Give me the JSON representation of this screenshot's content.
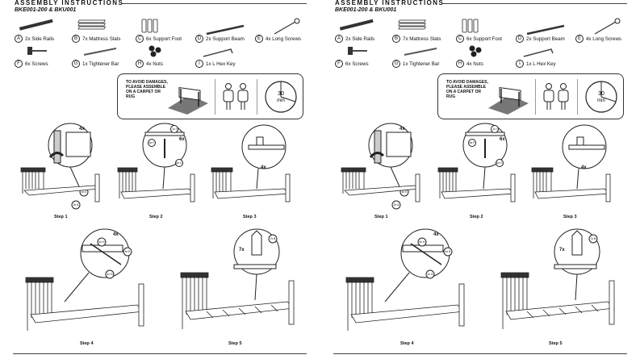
{
  "header": {
    "title": "ASSEMBLY INSTRUCTIONS",
    "model": "BKE001-200 & BKU001"
  },
  "parts": [
    {
      "letter": "A",
      "label": "2x Side Rails",
      "icon": "side-rail-icon"
    },
    {
      "letter": "B",
      "label": "7x Mattress Slats",
      "icon": "slats-icon"
    },
    {
      "letter": "C",
      "label": "6x Support Foot",
      "icon": "support-foot-icon"
    },
    {
      "letter": "D",
      "label": "2x Support Beam",
      "icon": "support-beam-icon"
    },
    {
      "letter": "E",
      "label": "4x Long Screws",
      "icon": "long-screw-icon"
    },
    {
      "letter": "F",
      "label": "6x Screws",
      "icon": "screw-icon"
    },
    {
      "letter": "G",
      "label": "1x Tightener Bar",
      "icon": "tightener-bar-icon"
    },
    {
      "letter": "H",
      "label": "4x Nuts",
      "icon": "nuts-icon"
    },
    {
      "letter": "I",
      "label": "1x L Hex Key",
      "icon": "hex-key-icon"
    }
  ],
  "warning": {
    "text": "TO AVOID DAMAGES, PLEASE ASSEMBLE ON A CARPET OR RUG",
    "timer_value": "30",
    "timer_unit": "min"
  },
  "steps": [
    {
      "label": "Step 1",
      "callout": "4x",
      "detail_tags": [
        "2x E",
        "2x A"
      ]
    },
    {
      "label": "Step 2",
      "callout": "6x",
      "detail_tags": [
        "1x I",
        "6x F",
        "6x C"
      ]
    },
    {
      "label": "Step 3",
      "callout": "4x",
      "detail_tags": []
    },
    {
      "label": "Step 4",
      "callout": "4x",
      "detail_tags": [
        "4x H",
        "4x E",
        "1x G"
      ]
    },
    {
      "label": "Step 5",
      "callout": "7x",
      "detail_tags": [
        "7x B"
      ]
    }
  ]
}
